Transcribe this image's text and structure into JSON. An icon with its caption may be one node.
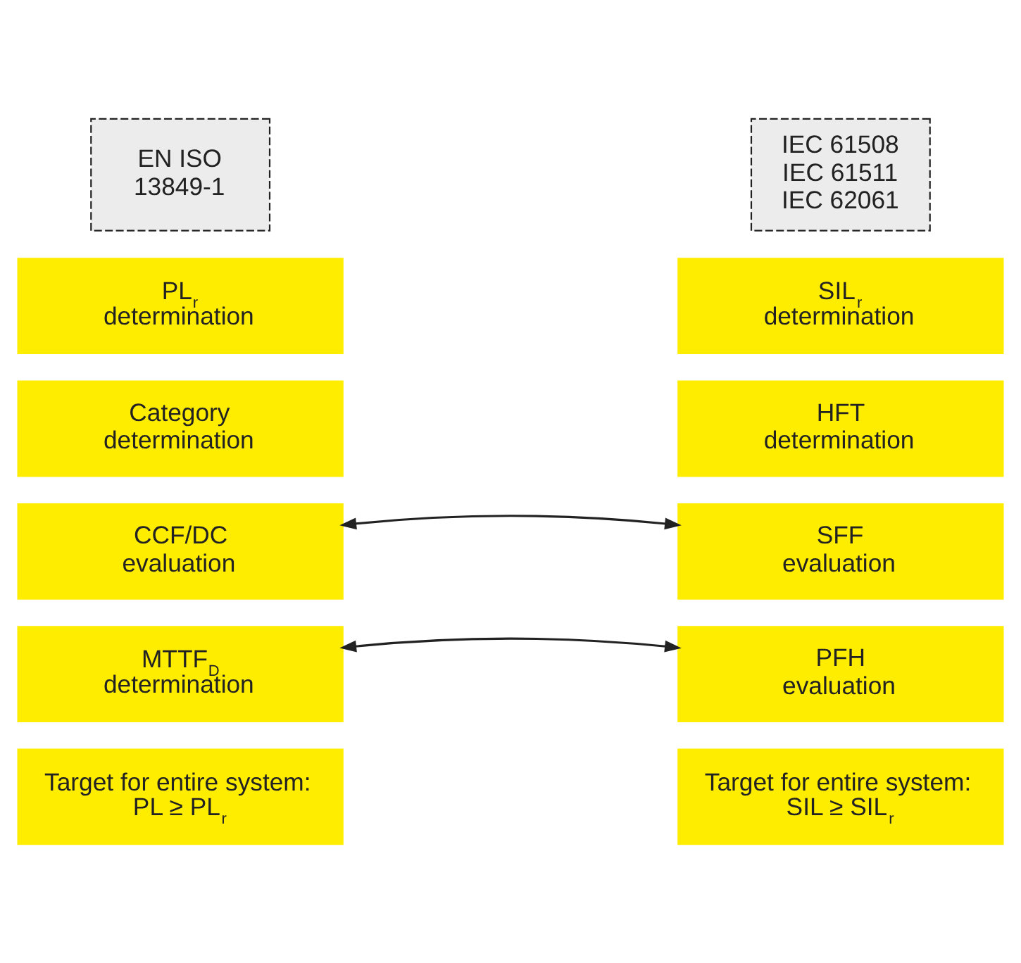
{
  "diagram": {
    "nodes": [
      {
        "text": [
          "EN ISO 13849-1"
        ]
      },
      {
        "text": [
          "PL$_{r}$ determination"
        ]
      },
      {
        "text": [
          "Category determination"
        ]
      },
      {
        "text": [
          "CCF/DC evaluation"
        ]
      },
      {
        "text": [
          "MTTF$_{D}$ determination"
        ]
      },
      {
        "text": [
          "Target for entire system:",
          "PL ≥ PL$_{r}$"
        ]
      },
      {
        "text": [
          "IEC 61508",
          "IEC 61511",
          "IEC 62061"
        ]
      },
      {
        "text": [
          "SIL$_{r}$ determination"
        ]
      },
      {
        "text": [
          "HFT determination"
        ]
      },
      {
        "text": [
          "SFF evaluation"
        ]
      },
      {
        "text": [
          "PFH evaluation"
        ]
      },
      {
        "text": [
          "Target for entire system:",
          "SIL ≥ SIL$_{r}$"
        ]
      }
    ],
    "edges": [
      {
        "from": 3,
        "to": 9,
        "arrow": "both"
      },
      {
        "from": 4,
        "to": 10,
        "arrow": "both"
      }
    ]
  }
}
